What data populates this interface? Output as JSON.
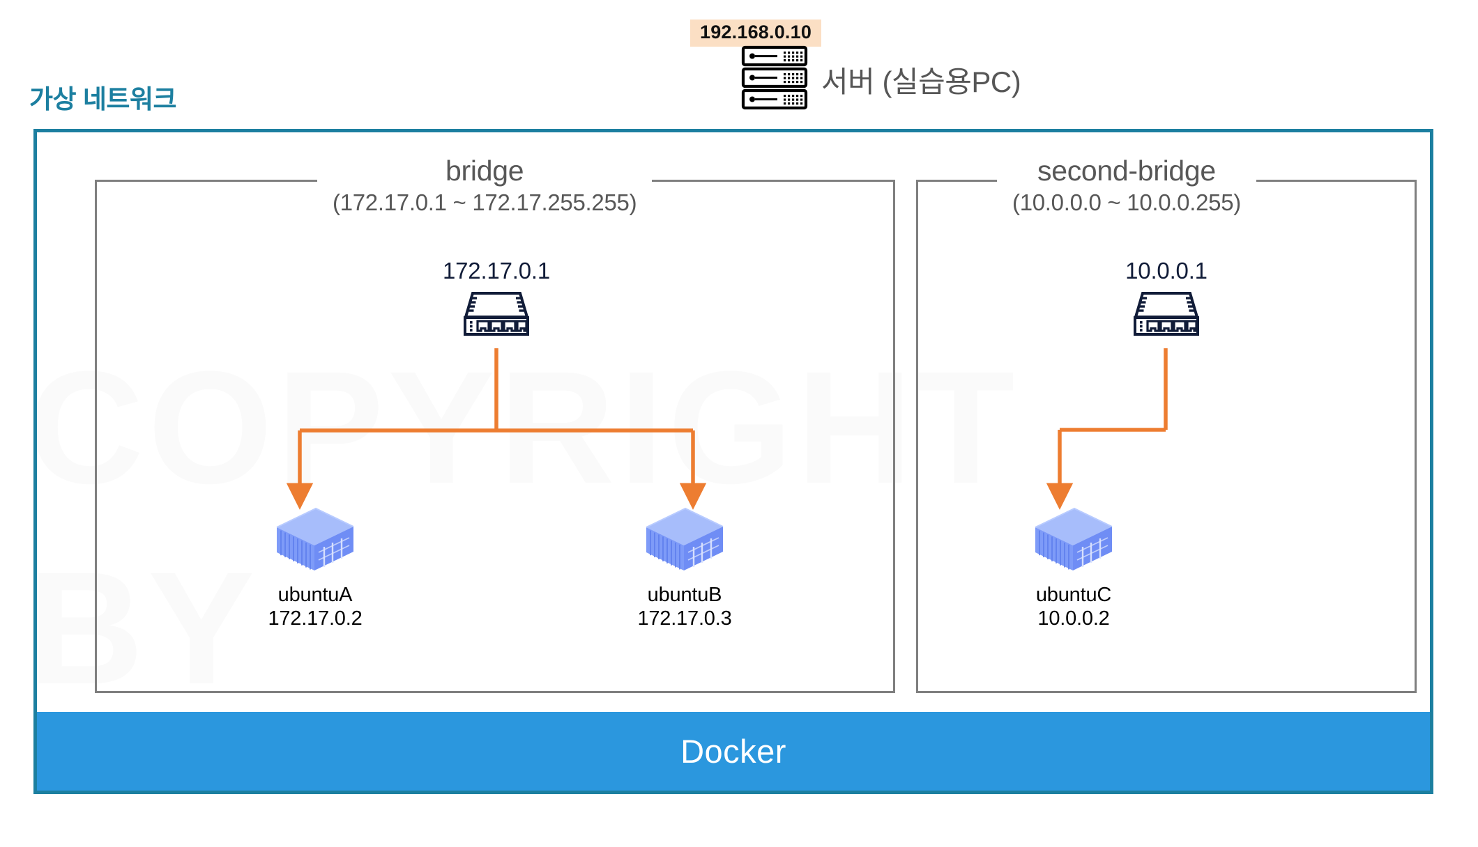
{
  "diagram": {
    "title": "가상 네트워크",
    "accent_teal": "#1c7fa0",
    "accent_orange": "#ed7d31",
    "accent_docker_blue": "#2b97de",
    "badge_peach": "#fbdfc4",
    "watermark_text": "COPYRIGHT BY"
  },
  "server": {
    "ip": "192.168.0.10",
    "label": "서버 (실습용PC)",
    "icon": "server-stack-icon"
  },
  "docker": {
    "label": "Docker"
  },
  "networks": [
    {
      "name": "bridge",
      "range": "(172.17.0.1 ~ 172.17.255.255)",
      "gateway_ip": "172.17.0.1",
      "gateway_icon": "network-switch-icon",
      "containers": [
        {
          "name": "ubuntuA",
          "ip": "172.17.0.2",
          "icon": "docker-container-icon"
        },
        {
          "name": "ubuntuB",
          "ip": "172.17.0.3",
          "icon": "docker-container-icon"
        }
      ]
    },
    {
      "name": "second-bridge",
      "range": "(10.0.0.0 ~ 10.0.0.255)",
      "gateway_ip": "10.0.0.1",
      "gateway_icon": "network-switch-icon",
      "containers": [
        {
          "name": "ubuntuC",
          "ip": "10.0.0.2",
          "icon": "docker-container-icon"
        }
      ]
    }
  ]
}
